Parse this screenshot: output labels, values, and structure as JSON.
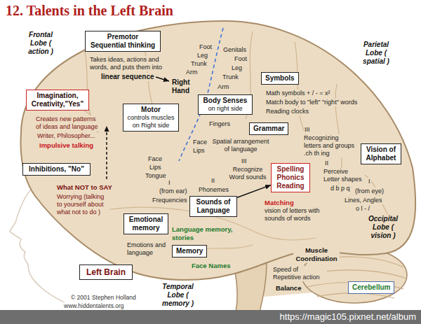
{
  "diagram": {
    "title": "12. Talents in the Left Brain",
    "nodes": [
      {
        "text": [
          "Premotor Sequential thinking"
        ]
      },
      {
        "text": [
          "Imagination, Creativity,\"Yes\""
        ]
      },
      {
        "text": [
          "Motor",
          "controls muscles on Right side"
        ]
      },
      {
        "text": [
          "Body Senses",
          "on right side"
        ]
      },
      {
        "text": [
          "Symbols"
        ]
      },
      {
        "text": [
          "Grammar"
        ]
      },
      {
        "text": [
          "Vision of Alphabet"
        ]
      },
      {
        "text": [
          "Inhibitions, \"No\""
        ]
      },
      {
        "text": [
          "Spelling Phonics Reading"
        ]
      },
      {
        "text": [
          "Sounds of Language"
        ]
      },
      {
        "text": [
          "Emotional memory"
        ]
      },
      {
        "text": [
          "Memory"
        ]
      },
      {
        "text": [
          "Left Brain"
        ]
      },
      {
        "text": [
          "Cerebellum"
        ]
      }
    ],
    "edges": [
      {
        "from": 9,
        "to": 8,
        "arrow": "to"
      }
    ],
    "labels": [
      "Frontal Lobe ( action )",
      "Takes ideas, actions and words, and puts them into",
      "linear sequence",
      "Right Hand",
      "Foot",
      "Genitals",
      "Leg",
      "Foot",
      "Trunk",
      "Leg",
      "Arm",
      "Trunk",
      "Arm",
      "Parietal Lobe ( spatial )",
      "Math symbols + / - = x²",
      "Match body to \"left\" \"right\" words",
      "Reading clocks",
      "Creates new patterns of ideas and language",
      "Writer, Philosopher...",
      "Impulsive talking",
      "Fingers",
      "III",
      "Recognizing letters and groups .ch th ing",
      "Spatial arrangement of language",
      "Face",
      "Lips",
      "Face",
      "Lips",
      "Tongue",
      "II",
      "Perceive Letter shapes",
      "III",
      "Recognize Word sounds",
      "I",
      "II",
      "What NOT to SAY",
      "I",
      "d b p q",
      "(from ear)",
      "Phonemes",
      "(from eye)",
      "Worrying (talking to yourself about what not to do )",
      "Lines, Angles",
      "Frequencies",
      "Matching",
      "o l - /",
      "vision of letters with sounds of words",
      "Occipital Lobe ( vision )",
      "Language memory, stories",
      "Emotions and language",
      "Muscle Coordination",
      "Face Names",
      "Speed of Repetitive action",
      "Temporal Lobe ( memory )",
      "Balance",
      "© 2001 Stephen Holland",
      "www.hiddentalents.org",
      "https://magic105.pixnet.net/album"
    ]
  }
}
